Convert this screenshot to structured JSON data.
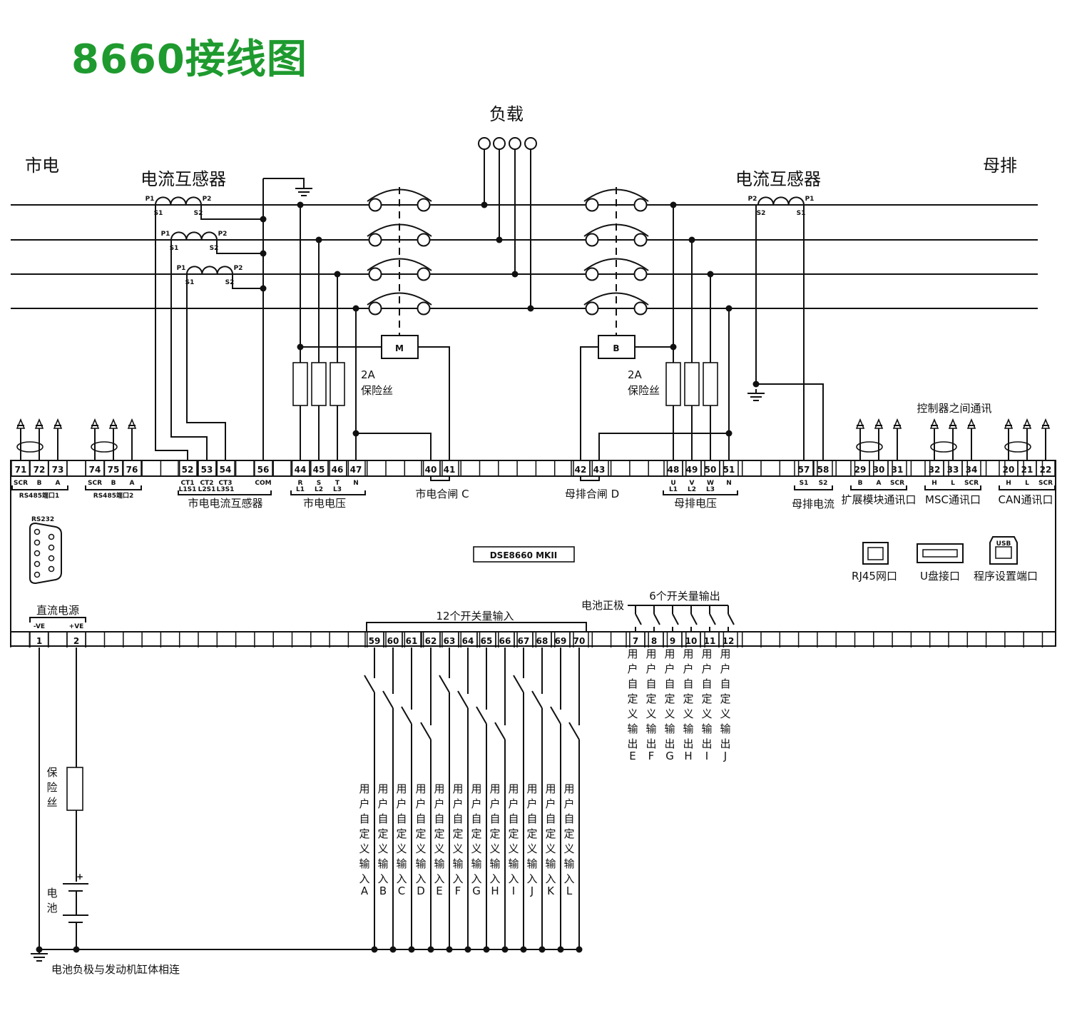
{
  "title": "8660接线图",
  "labels": {
    "mains": "市电",
    "busbar": "母排",
    "load": "负载",
    "ct_left": "电流互感器",
    "ct_right": "电流互感器",
    "fuse_left": "2A\n保险丝",
    "fuse_right": "2A\n保险丝",
    "breaker_m": "M",
    "breaker_b": "B",
    "comm_between": "控制器之间通讯",
    "model": "DSE8660 MKII",
    "rs232": "RS232",
    "rj45": "RJ45网口",
    "usb_disk": "U盘接口",
    "usb_prog": "程序设置端口",
    "usb_tag": "USB",
    "dc_power": "直流电源",
    "neg": "-VE",
    "pos": "+VE",
    "inputs_group": "12个开关量输入",
    "outputs_group": "6个开关量输出",
    "battery_pos": "电池正极",
    "fuse_dc": "保\n险\n丝",
    "battery": "电\n池",
    "ground_note": "电池负极与发动机缸体相连",
    "ct_labels": [
      [
        "P1",
        "P2",
        "S1",
        "S2"
      ],
      [
        "P1",
        "P2",
        "S1",
        "S2"
      ],
      [
        "P1",
        "P2",
        "S1",
        "S2"
      ],
      [
        "P2",
        "P1",
        "S2",
        "S1"
      ]
    ]
  },
  "top_terminals": [
    "71",
    "72",
    "73",
    "74",
    "75",
    "76",
    "52",
    "53",
    "54",
    "56",
    "44",
    "45",
    "46",
    "47",
    "40",
    "41",
    "42",
    "43",
    "48",
    "49",
    "50",
    "51",
    "57",
    "58",
    "29",
    "30",
    "31",
    "32",
    "33",
    "34",
    "20",
    "21",
    "22"
  ],
  "bottom_terminals": [
    "1",
    "2",
    "59",
    "60",
    "61",
    "62",
    "63",
    "64",
    "65",
    "66",
    "67",
    "68",
    "69",
    "70",
    "7",
    "8",
    "9",
    "10",
    "11",
    "12"
  ],
  "sub_labels": {
    "rs485_1": [
      "SCR",
      "B",
      "A"
    ],
    "rs485_2": [
      "SCR",
      "B",
      "A"
    ],
    "ct": [
      "CT1\nL1S1",
      "CT2\nL2S1",
      "CT3\nL3S1",
      "COM"
    ],
    "mains_v": [
      "R\nL1",
      "S\nL2",
      "T\nL3",
      "N"
    ],
    "bus_v": [
      "U\nL1",
      "V\nL2",
      "W\nL3",
      "N"
    ],
    "bus_i": [
      "S1",
      "S2"
    ],
    "ext": [
      "B",
      "A",
      "SCR"
    ],
    "msc": [
      "H",
      "L",
      "SCR"
    ],
    "can": [
      "H",
      "L",
      "SCR"
    ]
  },
  "group_labels": {
    "rs485_1": "RS485端口1",
    "rs485_2": "RS485端口2",
    "mains_ct": "市电电流互感器",
    "mains_v": "市电电压",
    "mains_close": "市电合闸 C",
    "bus_close": "母排合闸 D",
    "bus_v": "母排电压",
    "bus_i": "母排电流",
    "ext": "扩展模块通讯口",
    "msc": "MSC通讯口",
    "can": "CAN通讯口"
  },
  "input_letters": [
    "A",
    "B",
    "C",
    "D",
    "E",
    "F",
    "G",
    "H",
    "I",
    "J",
    "K",
    "L"
  ],
  "input_text": "用户自定义输入",
  "output_letters": [
    "E",
    "F",
    "G",
    "H",
    "I",
    "J"
  ],
  "output_text": "用户自定义输出"
}
